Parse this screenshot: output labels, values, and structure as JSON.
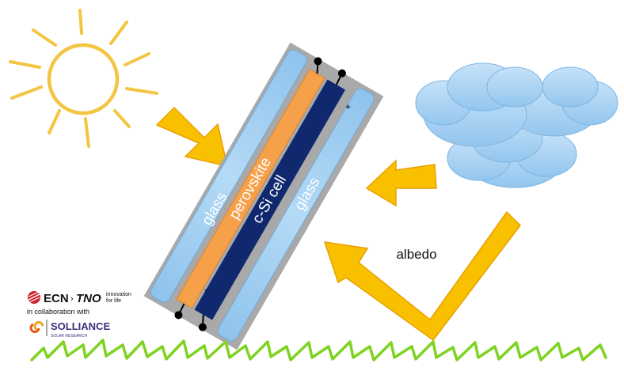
{
  "labels": {
    "glass_top": "glass",
    "perovskite": "perovskite",
    "csi": "c-Si cell",
    "glass_bottom": "glass",
    "albedo": "albedo",
    "plus": "+",
    "minus": "-"
  },
  "logos": {
    "ecn": "ECN",
    "tno": "TNO",
    "tno_tagline_1": "innovation",
    "tno_tagline_2": "for life",
    "collab": "in collaboration with",
    "solliance": "SOLLIANCE",
    "solliance_sub": "SOLAR RESEARCH"
  },
  "colors": {
    "sun": "#F5C842",
    "arrow": "#F9C000",
    "arrow_edge": "#E8A000",
    "glass": "#9CCCF0",
    "perovskite": "#F7A04A",
    "csi": "#10296E",
    "frame": "#A9A9A9",
    "cloud": "#A9D3F5",
    "grass": "#7ED321"
  }
}
